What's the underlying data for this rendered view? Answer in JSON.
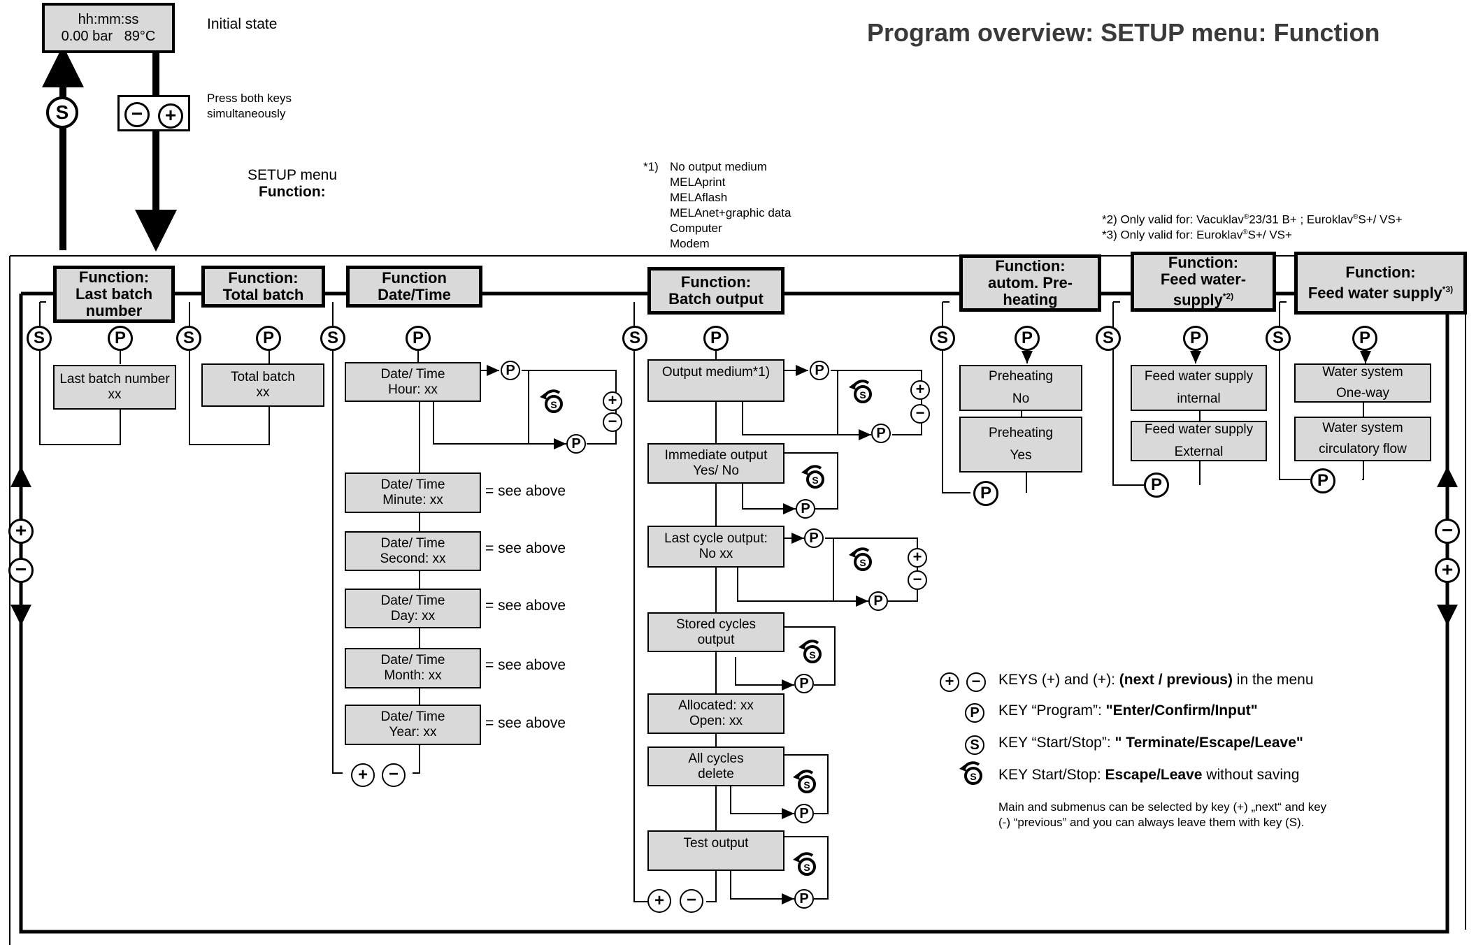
{
  "title": "Program overview: SETUP menu: Function",
  "initial_state": {
    "time_line": "hh:mm:ss",
    "status_line": "0.00 bar   89°C",
    "label": "Initial state"
  },
  "enter_keys": {
    "minus": "−",
    "plus": "+",
    "note_line1": "Press both keys",
    "note_line2": "simultaneously"
  },
  "setup_label": {
    "line1": "SETUP menu",
    "line2": "Function:"
  },
  "keys": {
    "s": "S",
    "p": "P",
    "plus": "+",
    "minus": "−"
  },
  "footnote1": {
    "marker": "*1)",
    "items": [
      "No output medium",
      "MELAprint",
      "MELAflash",
      "MELAnet+graphic data",
      "Computer",
      "Modem"
    ]
  },
  "footnote2": {
    "text": "*2) Only valid for: Vacuklav",
    "sup1": "®",
    "mid": "23/31 B+ ; Euroklav",
    "sup2": "®",
    "end": "S+/ VS+"
  },
  "footnote3": {
    "text": "*3) Only valid for: Euroklav",
    "sup": "®",
    "end": "S+/ VS+"
  },
  "functions": {
    "last_batch": {
      "line1": "Function:",
      "line2": "Last batch",
      "line3": "number",
      "sub1": "Last batch number",
      "sub2": "xx"
    },
    "total_batch": {
      "line1": "Function:",
      "line2": "Total batch",
      "sub1": "Total batch",
      "sub2": "xx"
    },
    "date_time": {
      "line1": "Function",
      "line2": "Date/Time",
      "items": [
        {
          "l1": "Date/ Time",
          "l2": "Hour: xx"
        },
        {
          "l1": "Date/ Time",
          "l2": "Minute: xx"
        },
        {
          "l1": "Date/ Time",
          "l2": "Second: xx"
        },
        {
          "l1": "Date/ Time",
          "l2": "Day: xx"
        },
        {
          "l1": "Date/ Time",
          "l2": "Month: xx"
        },
        {
          "l1": "Date/ Time",
          "l2": "Year: xx"
        }
      ],
      "see_above": "= see above"
    },
    "batch_output": {
      "line1": "Function:",
      "line2": "Batch output",
      "items": [
        {
          "l1": "Output medium*1)",
          "l2": ""
        },
        {
          "l1": "Immediate output",
          "l2": "Yes/ No"
        },
        {
          "l1": "Last cycle output:",
          "l2": "No xx"
        },
        {
          "l1": "Stored cycles",
          "l2": "output"
        },
        {
          "l1": "Allocated: xx",
          "l2": "Open: xx"
        },
        {
          "l1": "All cycles",
          "l2": "delete"
        },
        {
          "l1": "Test output",
          "l2": ""
        }
      ]
    },
    "preheating": {
      "line1": "Function:",
      "line2": "autom. Pre-",
      "line3": "heating",
      "opt1_l1": "Preheating",
      "opt1_l2": "No",
      "opt2_l1": "Preheating",
      "opt2_l2": "Yes"
    },
    "feed_water": {
      "line1": "Function:",
      "line2": "Feed water-",
      "line3": "supply",
      "sup": "*2)",
      "opt1_l1": "Feed water supply",
      "opt1_l2": "internal",
      "opt2_l1": "Feed water supply",
      "opt2_l2": "External"
    },
    "feed_water_supply": {
      "line1": "Function:",
      "line2": "Feed water supply",
      "sup": "*3)",
      "opt1_l1": "Water system",
      "opt1_l2": "One-way",
      "opt2_l1": "Water system",
      "opt2_l2": "circulatory flow"
    }
  },
  "legend": {
    "pm_prefix": "KEYS (+) and (+): ",
    "pm_bold": "(next / previous)",
    "pm_suffix": " in the menu",
    "p_prefix": "KEY “Program”: ",
    "p_bold": "\"Enter/Confirm/Input\"",
    "s_prefix": "KEY “Start/Stop”: ",
    "s_bold": "\" Terminate/Escape/Leave\"",
    "esc_prefix": "KEY Start/Stop: ",
    "esc_bold": "Escape/Leave",
    "esc_suffix": " without saving",
    "note_line1": "Main and submenus can be selected by key (+) „next“ and key",
    "note_line2": "(-) “previous” and you can always leave them with key (S)."
  }
}
